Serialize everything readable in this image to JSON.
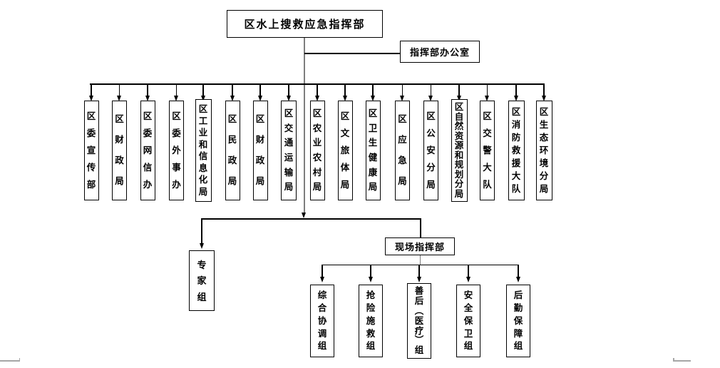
{
  "chart": {
    "type": "org-chart",
    "title": "区水上搜救应急指挥部",
    "office": "指挥部办公室",
    "departments": [
      "区委宣传部",
      "区财政局",
      "区委网信办",
      "区委外事办",
      "区工业和信息化局",
      "区民政局",
      "区财政局",
      "区交通运输局",
      "区农业农村局",
      "区文旅体局",
      "区卫生健康局",
      "区应急局",
      "区公安分局",
      "区自然资源和规划分局",
      "区交警大队",
      "区消防救援大队",
      "区生态环境分局"
    ],
    "expert_group": "专家组",
    "onsite_hq": "现场指挥部",
    "onsite_groups": [
      "综合协调组",
      "抢险施救组",
      "善后（医疗）组",
      "安全保卫组",
      "后勤保障组"
    ],
    "colors": {
      "line": "#000000",
      "spine": "#7e7e7e",
      "border": "#000000",
      "background": "#ffffff",
      "edge_artifact": "#a6a6a6"
    }
  }
}
